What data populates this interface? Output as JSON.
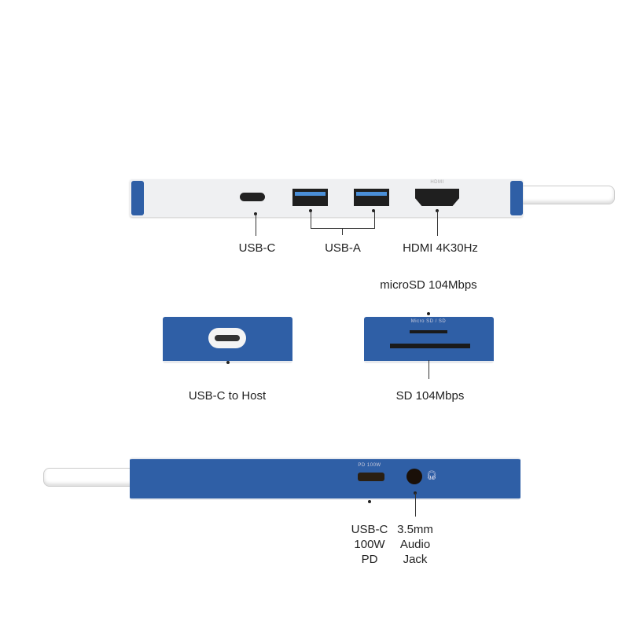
{
  "colors": {
    "body_blue": "#2f5fa6",
    "body_white": "#eff0f2"
  },
  "top_view": {
    "labels": {
      "usb_c": "USB-C",
      "usb_a": "USB-A",
      "hdmi": "HDMI 4K30Hz"
    },
    "device_marking": "HDMI"
  },
  "side_view": {
    "labels": {
      "microsd": "microSD 104Mbps",
      "host": "USB-C to Host",
      "sd": "SD 104Mbps"
    },
    "device_marking": "Micro SD / SD"
  },
  "bottom_view": {
    "labels": {
      "pd_line1": "USB-C",
      "pd_line2": "100W",
      "pd_line3": "PD",
      "audio_line1": "3.5mm",
      "audio_line2": "Audio",
      "audio_line3": "Jack"
    },
    "device_marking": "PD 100W",
    "audio_icon": "headphones-icon"
  }
}
